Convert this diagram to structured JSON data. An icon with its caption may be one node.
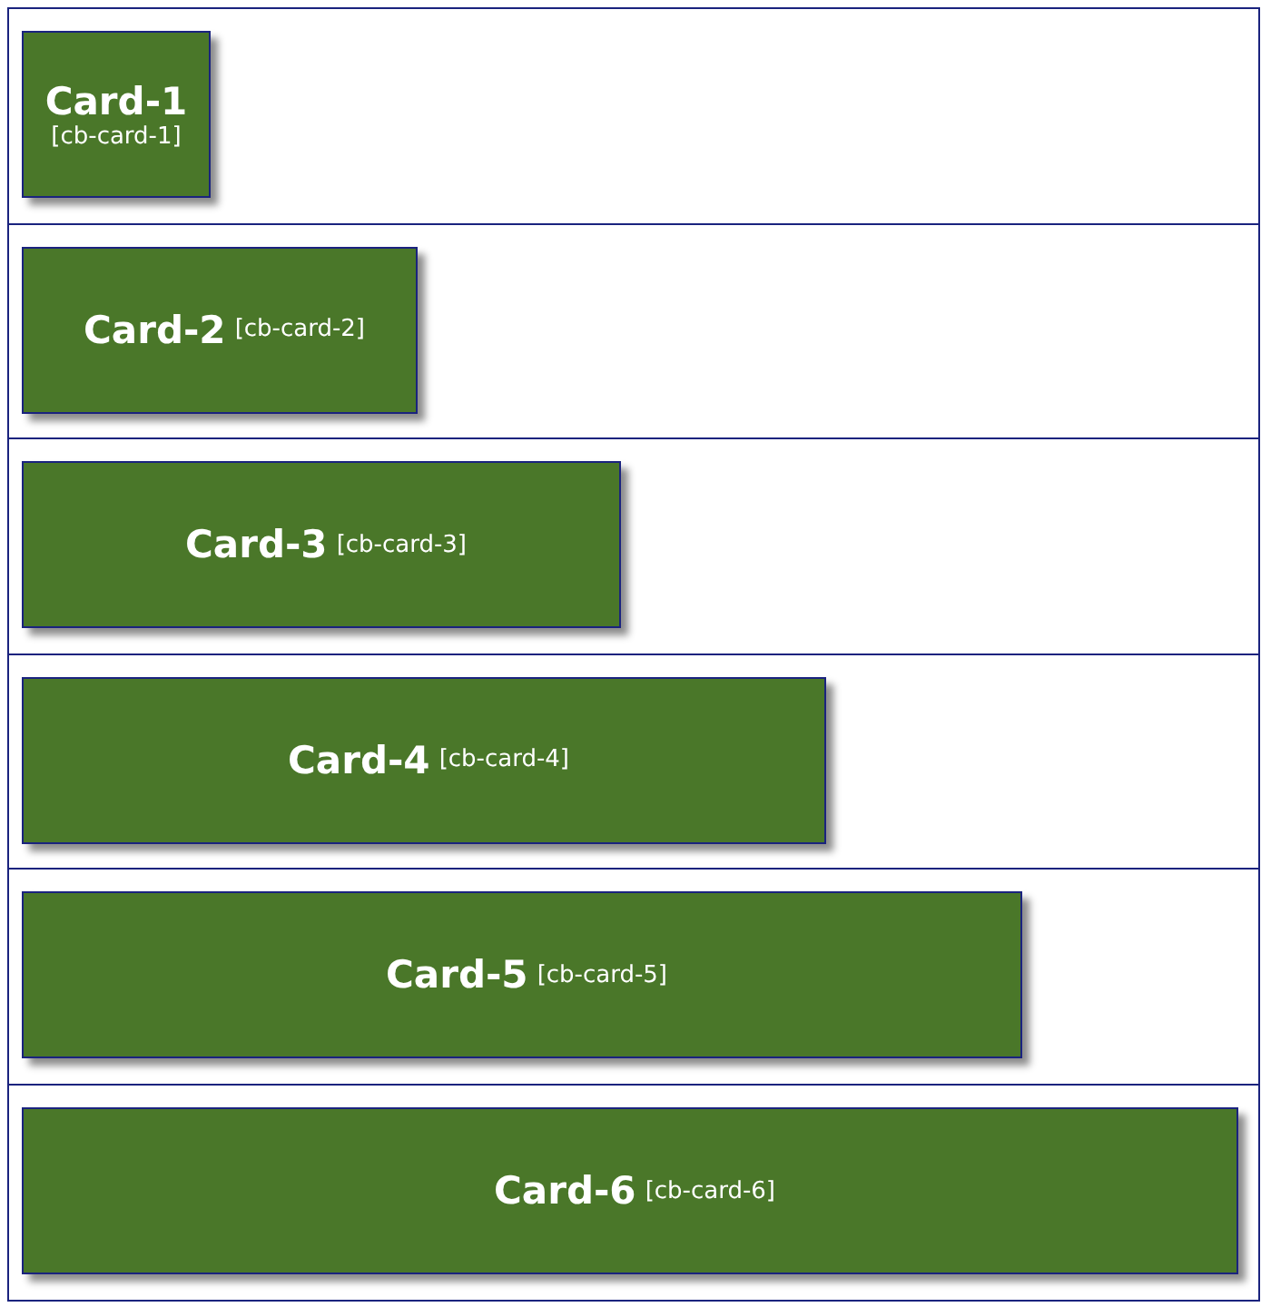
{
  "diagram": {
    "nodes": [
      {
        "text": [],
        "shape": "box"
      },
      {
        "text": [
          "Card-1",
          "[cb-card-1]"
        ],
        "in": 0
      },
      {
        "text": [],
        "shape": "box"
      },
      {
        "text": [
          "Card-2",
          "[cb-card-2]"
        ],
        "in": 2
      },
      {
        "text": [],
        "shape": "box"
      },
      {
        "text": [
          "Card-3",
          "[cb-card-3]"
        ],
        "in": 4
      },
      {
        "text": [],
        "shape": "box"
      },
      {
        "text": [
          "Card-4",
          "[cb-card-4]"
        ],
        "in": 6
      },
      {
        "text": [],
        "shape": "box"
      },
      {
        "text": [
          "Card-5",
          "[cb-card-5]"
        ],
        "in": 8
      },
      {
        "text": [],
        "shape": "box"
      },
      {
        "text": [
          "Card-6",
          "[cb-card-6]"
        ],
        "in": 10
      }
    ]
  }
}
